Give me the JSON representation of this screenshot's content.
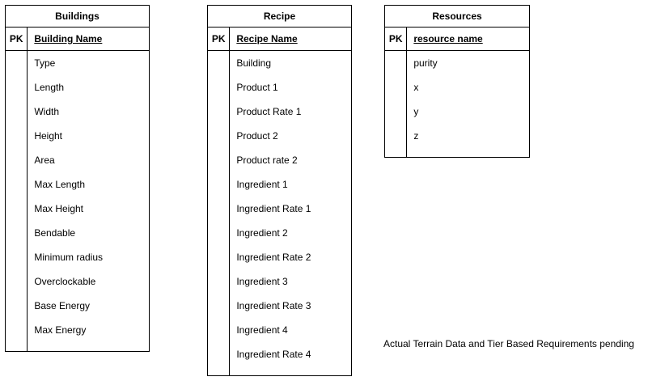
{
  "canvas": {
    "background_color": "#ffffff",
    "border_color": "#000000",
    "text_color": "#000000"
  },
  "tables": [
    {
      "title": "Buildings",
      "pk_label": "PK",
      "key_field": "Building Name",
      "fields": [
        "Type",
        "Length",
        "Width",
        "Height",
        "Area",
        "Max Length",
        "Max Height",
        "Bendable",
        "Minimum radius",
        "Overclockable",
        "Base Energy",
        "Max Energy"
      ]
    },
    {
      "title": "Recipe",
      "pk_label": "PK",
      "key_field": "Recipe Name",
      "fields": [
        "Building",
        "Product 1",
        "Product Rate 1",
        "Product 2",
        "Product rate 2",
        "Ingredient 1",
        "Ingredient Rate 1",
        "Ingredient 2",
        "Ingredient Rate 2",
        "Ingredient 3",
        "Ingredient Rate 3",
        "Ingredient 4",
        "Ingredient Rate 4"
      ]
    },
    {
      "title": "Resources",
      "pk_label": "PK",
      "key_field": "resource name",
      "fields": [
        "purity",
        "x",
        "y",
        "z"
      ]
    }
  ],
  "annotation": {
    "text": "Actual Terrain Data and Tier Based Requirements pending"
  }
}
